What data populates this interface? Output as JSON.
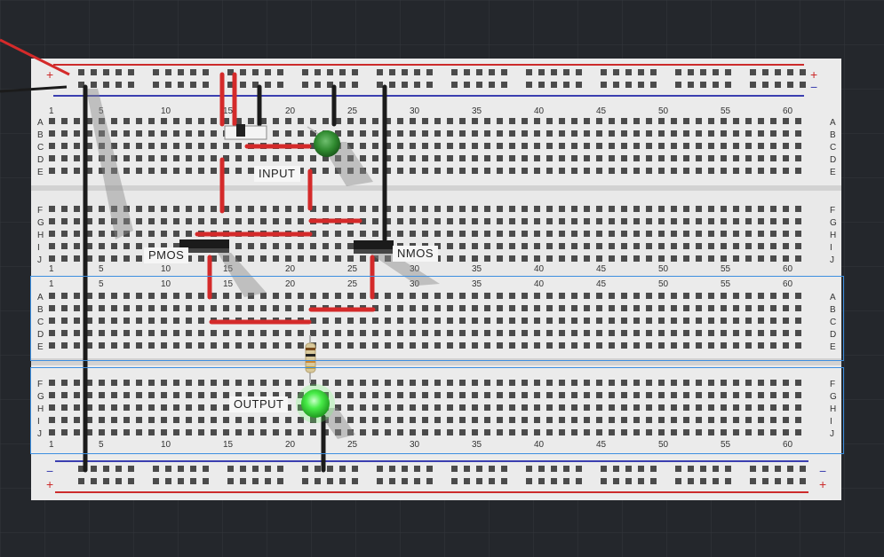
{
  "labels": {
    "input": "INPUT",
    "pmos": "PMOS",
    "nmos": "NMOS",
    "output": "OUTPUT"
  },
  "rail_signs": {
    "plus": "+",
    "minus": "−"
  },
  "column_numbers": [
    "1",
    "5",
    "10",
    "15",
    "20",
    "25",
    "30",
    "35",
    "40",
    "45",
    "50",
    "55",
    "60"
  ],
  "rows_upper": [
    "A",
    "B",
    "C",
    "D",
    "E"
  ],
  "rows_lower": [
    "F",
    "G",
    "H",
    "I",
    "J"
  ],
  "colors": {
    "background": "#24272c",
    "board": "#ebebeb",
    "wire_red": "#d42a2a",
    "wire_black": "#1b1b1b",
    "rail_red": "#cc2b2b",
    "rail_blue": "#3b3fb0",
    "led_green": "#3fe03f",
    "led_dark": "#2c8a2c",
    "selection": "#3d8fe0"
  },
  "state": {
    "input_switch": "off",
    "output_led": "on"
  }
}
